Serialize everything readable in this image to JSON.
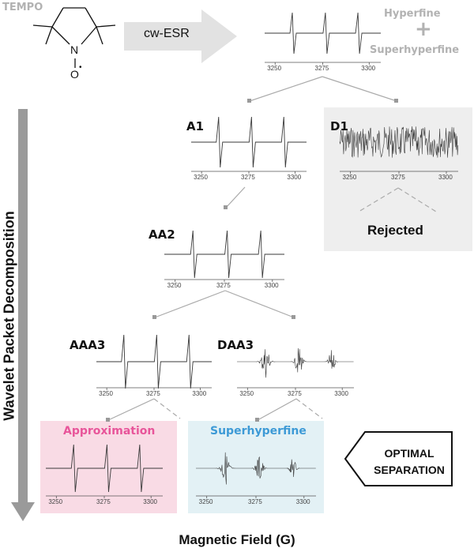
{
  "header": {
    "molecule": "TEMPO",
    "atom_n": "N",
    "atom_o": "O",
    "radical": "•",
    "arrow_label": "cw-ESR",
    "hyperfine": "Hyperfine",
    "plus": "+",
    "superhyperfine": "Superhyperfine"
  },
  "axis_ticks": [
    "3250",
    "3275",
    "3300"
  ],
  "nodes": {
    "a1": "A1",
    "d1": "D1",
    "aa2": "AA2",
    "aaa3": "AAA3",
    "daa3": "DAA3",
    "rejected": "Rejected"
  },
  "results": {
    "approximation": "Approximation",
    "superhyperfine": "Superhyperfine"
  },
  "side_label": "Wavelet Packet Decomposition",
  "callout": {
    "line1": "OPTIMAL",
    "line2": "SEPARATION"
  },
  "x_axis_label": "Magnetic Field (G)",
  "colors": {
    "approx_bg": "#f9dbe5",
    "approx_text": "#e8559a",
    "super_bg": "#e3f1f5",
    "super_text": "#3d9ad6",
    "rejected_bg": "#eeeeee",
    "big_arrow": "#e2e2e2",
    "side_arrow": "#9a9a9a"
  }
}
